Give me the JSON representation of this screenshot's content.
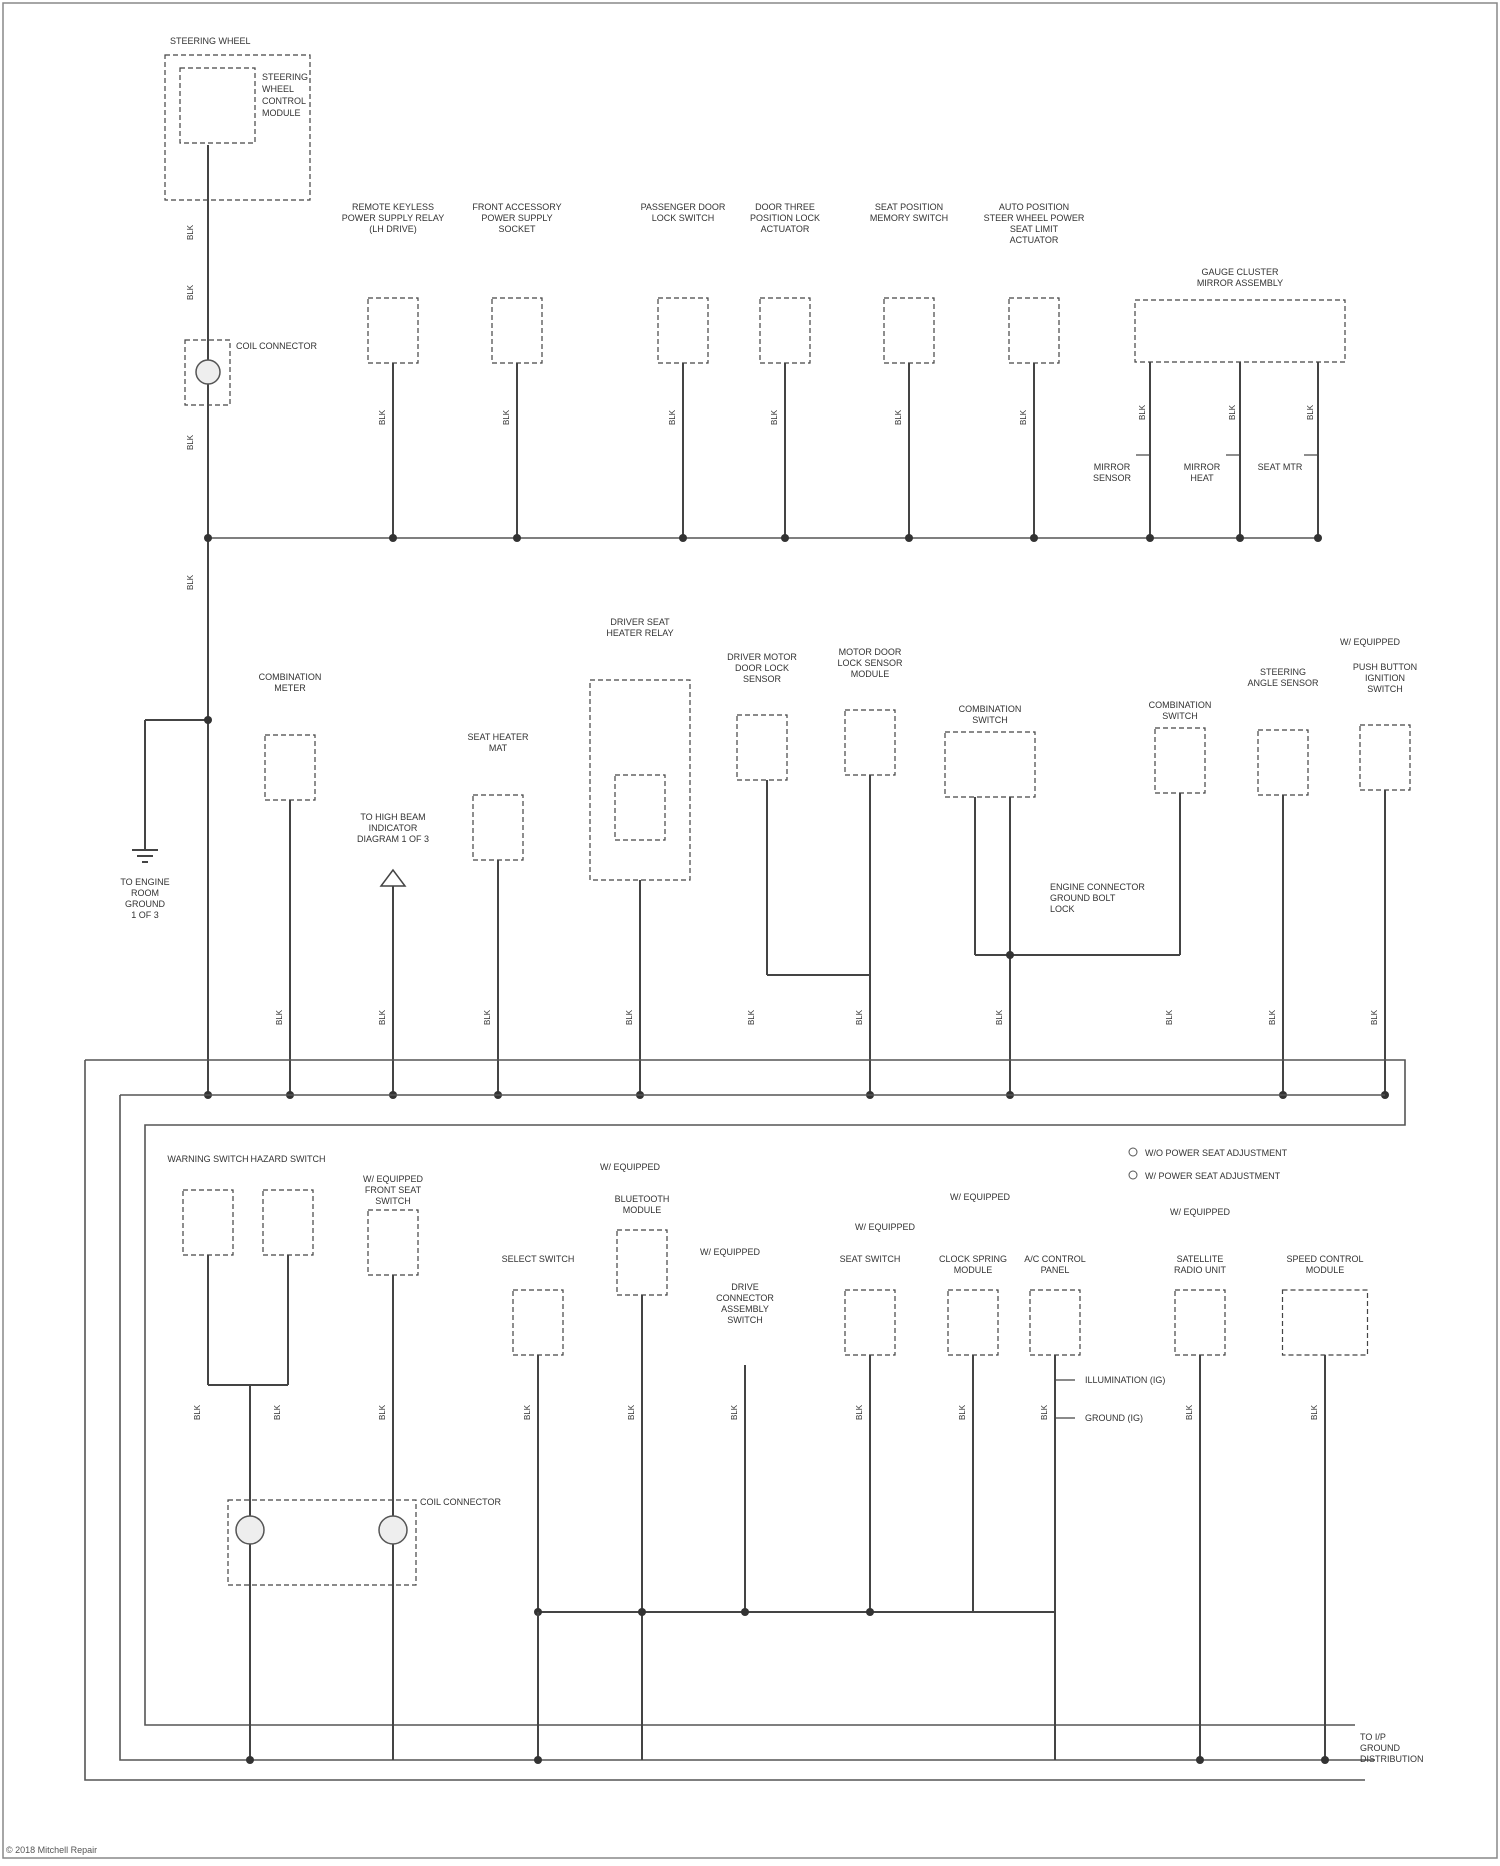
{
  "diagram": {
    "bus_component": "STEERING WHEEL",
    "clock_spring_label": "STEERING WHEEL CONTROL MODULE",
    "coil_connector_label": "COIL CONNECTOR",
    "row1": [
      {
        "name": "REMOTE KEYLESS POWER SUPPLY RELAY (LH DRIVE)",
        "wire": "BLK"
      },
      {
        "name": "FRONT ACCESSORY POWER SUPPLY SOCKET",
        "wire": "BLK"
      },
      {
        "name": "PASSENGER DOOR LOCK SWITCH",
        "wire": "BLK"
      },
      {
        "name": "DOOR THREE POSITION LOCK ACTUATOR",
        "wire": "BLK"
      },
      {
        "name": "SEAT POSITION MEMORY SWITCH",
        "wire": "BLK"
      },
      {
        "name": "AUTO POSITION STEER WHEEL POWER SEAT LIMIT ACTUATOR",
        "wire": "BLK"
      },
      {
        "name": "GAUGE CLUSTER MIRROR ASSEMBLY",
        "wire": "BLK"
      }
    ],
    "row1_sublabels": [
      "MIRROR SENSOR",
      "MIRROR HEAT",
      "SEAT MTR"
    ],
    "row2": [
      {
        "name": "COMBINATION METER",
        "wire": "BLK"
      },
      {
        "name": "TO HIGH BEAM INDICATOR DIAGRAM 1 OF 3",
        "wire": "BLK"
      },
      {
        "name": "SEAT HEATER MAT",
        "wire": "BLK"
      },
      {
        "name": "DRIVER SEAT HEATER RELAY",
        "wire": "BLK"
      },
      {
        "name": "DRIVER MOTOR DOOR LOCK SENSOR",
        "wire": "BLK"
      },
      {
        "name": "MOTOR DOOR LOCK SENSOR MODULE",
        "wire": "BLK"
      },
      {
        "name": "COMBINATION SWITCH",
        "wire": "BLK"
      },
      {
        "name": "COMBINATION SWITCH",
        "wire": "BLK"
      },
      {
        "name": "STEERING ANGLE SENSOR",
        "wire": "BLK"
      },
      {
        "name": "PUSH BUTTON IGNITION SWITCH",
        "wire": "BLK"
      }
    ],
    "row2_notes": [
      "TO ENGINE ROOM GROUND 1 OF 3",
      "ENGINE CONNECTOR GROUND BOLT LOCK",
      "W/ EQUIPPED"
    ],
    "row3": [
      {
        "name": "WARNING SWITCH",
        "wire": "BLK"
      },
      {
        "name": "HAZARD SWITCH",
        "wire": "BLK"
      },
      {
        "name": "W/ EQUIPPED FRONT SEAT SWITCH",
        "wire": "BLK"
      },
      {
        "name": "SELECT SWITCH",
        "wire": "BLK"
      },
      {
        "name": "BLUETOOTH MODULE",
        "wire": "BLK"
      },
      {
        "name": "DRIVE CONNECTOR ASSEMBLY SWITCH",
        "wire": "BLK"
      },
      {
        "name": "SEAT SWITCH",
        "wire": "BLK"
      },
      {
        "name": "CLOCK SPRING MODULE",
        "wire": "BLK"
      },
      {
        "name": "A/C CONTROL PANEL",
        "wire": "BLK"
      },
      {
        "name": "SATELLITE RADIO UNIT",
        "wire": "BLK"
      },
      {
        "name": "SPEED CONTROL MODULE",
        "wire": "BLK"
      }
    ],
    "row3_notes": [
      "W/ EQUIPPED",
      "W/ EQUIPPED",
      "W/ EQUIPPED",
      "W/ EQUIPPED",
      "W/ EQUIPPED"
    ],
    "legend": [
      "W/O POWER SEAT ADJUSTMENT",
      "W/ POWER SEAT ADJUSTMENT"
    ],
    "bottom_note": "TO I/P GROUND DISTRIBUTION",
    "ac_notes": [
      "ILLUMINATION (IG)",
      "GROUND (IG)"
    ],
    "coil_connector_2": "COIL CONNECTOR",
    "splice_labels": [
      "BLK",
      "BLK"
    ],
    "copyright": "© 2018 Mitchell Repair"
  }
}
